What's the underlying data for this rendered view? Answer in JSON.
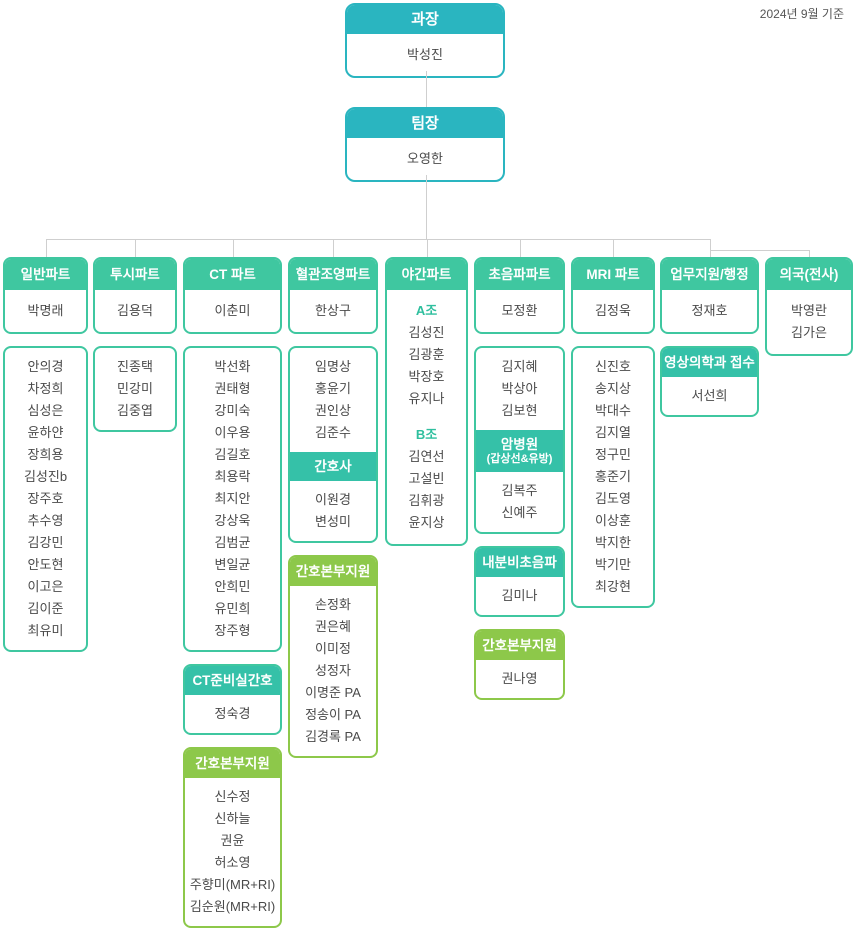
{
  "meta": {
    "date_note": "2024년 9월 기준"
  },
  "colors": {
    "cyan_header": "#2ab5c0",
    "emerald_header": "#3fc7a0",
    "teal_band": "#35c1a8",
    "green_band": "#8dc84a",
    "connector_line": "#cfcfcf",
    "name_text": "#4a4a4a"
  },
  "top": [
    {
      "title": "과장",
      "name": "박성진"
    },
    {
      "title": "팀장",
      "name": "오영한"
    }
  ],
  "columns": [
    {
      "title": "일반파트",
      "leads": [
        "박명래"
      ],
      "boxes": [
        {
          "segments": [
            {
              "items": [
                "안의경",
                "차정희",
                "심성은",
                "윤하얀",
                "장희용",
                "김성진b",
                "장주호",
                "추수영",
                "김강민",
                "안도현",
                "이고은",
                "김이준",
                "최유미"
              ]
            }
          ]
        }
      ]
    },
    {
      "title": "투시파트",
      "leads": [
        "김용덕"
      ],
      "boxes": [
        {
          "segments": [
            {
              "items": [
                "진종택",
                "민강미",
                "김중엽"
              ]
            }
          ]
        }
      ]
    },
    {
      "title": "CT 파트",
      "leads": [
        "이춘미"
      ],
      "boxes": [
        {
          "segments": [
            {
              "items": [
                "박선화",
                "권태형",
                "강미숙",
                "이우용",
                "김길호",
                "최용락",
                "최지안",
                "강상욱",
                "김범균",
                "변일균",
                "안희민",
                "유민희",
                "장주형"
              ]
            }
          ]
        },
        {
          "variant": "teal",
          "segments": [
            {
              "header": "CT준비실간호"
            },
            {
              "items": [
                "정숙경"
              ]
            }
          ]
        },
        {
          "variant": "green",
          "segments": [
            {
              "header": "간호본부지원"
            },
            {
              "items": [
                "신수정",
                "신하늘",
                "권윤",
                "허소영",
                "주향미(MR+RI)",
                "김순원(MR+RI)"
              ]
            }
          ]
        }
      ]
    },
    {
      "title": "혈관조영파트",
      "leads": [
        "한상구"
      ],
      "boxes": [
        {
          "segments": [
            {
              "items": [
                "임명상",
                "홍윤기",
                "권인상",
                "김준수"
              ]
            },
            {
              "header": "간호사"
            },
            {
              "items": [
                "이원경",
                "변성미"
              ]
            }
          ]
        },
        {
          "variant": "green",
          "segments": [
            {
              "header": "간호본부지원"
            },
            {
              "items": [
                "손정화",
                "권은혜",
                "이미정",
                "성정자",
                "이명준 PA",
                "정송이 PA",
                "김경록 PA"
              ]
            }
          ]
        }
      ]
    },
    {
      "title": "야간파트",
      "groups": [
        {
          "label": "A조",
          "items": [
            "김성진",
            "김광훈",
            "박장호",
            "유지나"
          ]
        },
        {
          "label": "B조",
          "items": [
            "김연선",
            "고설빈",
            "김휘광",
            "윤지상"
          ]
        }
      ],
      "boxes": []
    },
    {
      "title": "초음파파트",
      "leads": [
        "모정환"
      ],
      "boxes": [
        {
          "segments": [
            {
              "items": [
                "김지혜",
                "박상아",
                "김보현"
              ]
            },
            {
              "header": "암병원",
              "subheader": "(갑상선&유방)"
            },
            {
              "items": [
                "김복주",
                "신예주"
              ]
            }
          ]
        },
        {
          "variant": "teal",
          "segments": [
            {
              "header": "내분비초음파"
            },
            {
              "items": [
                "김미나"
              ]
            }
          ]
        },
        {
          "variant": "green",
          "segments": [
            {
              "header": "간호본부지원"
            },
            {
              "items": [
                "권나영"
              ]
            }
          ]
        }
      ]
    },
    {
      "title": "MRI 파트",
      "leads": [
        "김정욱"
      ],
      "boxes": [
        {
          "segments": [
            {
              "items": [
                "신진호",
                "송지상",
                "박대수",
                "김지열",
                "정구민",
                "홍준기",
                "김도영",
                "이상훈",
                "박지한",
                "박기만",
                "최강현"
              ]
            }
          ]
        }
      ]
    },
    {
      "title": "업무지원/행정",
      "leads": [
        "정재호"
      ],
      "boxes": [
        {
          "variant": "teal",
          "segments": [
            {
              "header": "영상의학과 접수"
            },
            {
              "items": [
                "서선희"
              ]
            }
          ]
        }
      ]
    },
    {
      "title": "의국(전사)",
      "leads": [
        "박영란",
        "김가은"
      ],
      "boxes": []
    }
  ]
}
